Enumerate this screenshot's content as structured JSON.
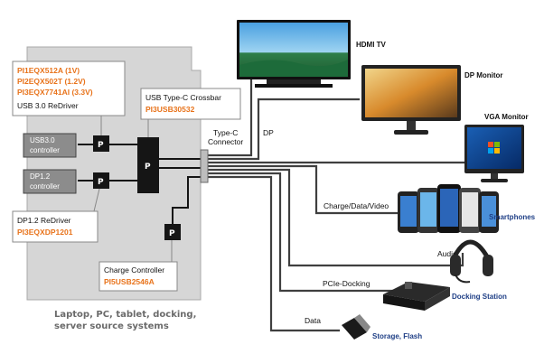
{
  "source_box": {
    "caption_line1": "Laptop, PC, tablet, docking,",
    "caption_line2": "server source systems"
  },
  "redriver_usb": {
    "parts": [
      "PI1EQX512A (1V)",
      "PI2EQX502T (1.2V)",
      "PI3EQX7741AI (3.3V)"
    ],
    "label": "USB 3.0 ReDriver"
  },
  "crossbar": {
    "label": "USB Type-C Crossbar",
    "part": "PI3USB30532"
  },
  "redriver_dp": {
    "label": "DP1.2 ReDriver",
    "part": "PI3EQXDP1201"
  },
  "charge_controller": {
    "label": "Charge Controller",
    "part": "PI5USB2546A"
  },
  "controllers": {
    "usb_line1": "USB3.0",
    "usb_line2": "controller",
    "dp_line1": "DP1.2",
    "dp_line2": "controller"
  },
  "chip_glyph": "P",
  "connector": {
    "line1": "Type-C",
    "line2": "Connector"
  },
  "links": {
    "dp": "DP",
    "charge": "Charge/Data/Video",
    "audio": "Audio",
    "pcie": "PCIe-Docking",
    "data": "Data"
  },
  "devices": {
    "hdmi_tv": "HDMI TV",
    "dp_monitor": "DP Monitor",
    "vga_monitor": "VGA Monitor",
    "smartphones": "Smartphones",
    "docking": "Docking Station",
    "storage": "Storage, Flash"
  },
  "colors": {
    "part_orange": "#e8731b",
    "device_blue": "#1f3f86",
    "box_gray": "#d6d6d6",
    "chip_black": "#151515"
  }
}
